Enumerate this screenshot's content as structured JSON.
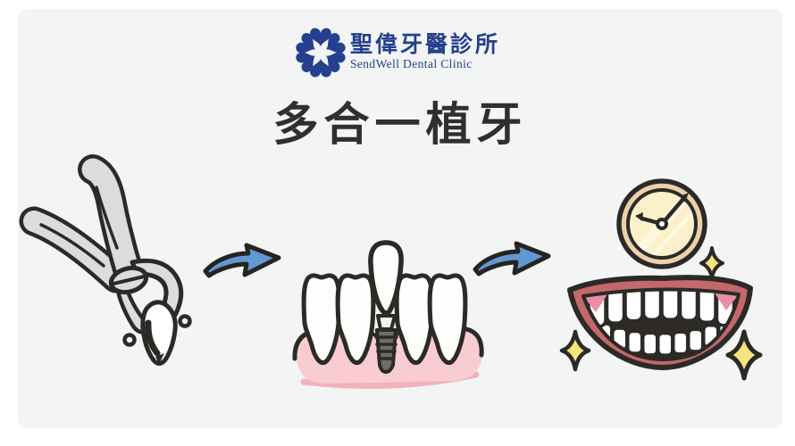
{
  "header": {
    "logo_icon": "dental-clinic-flower-logo",
    "logo_color": "#24408f",
    "clinic_name_zh": "聖偉牙醫診所",
    "clinic_name_en": "SendWell Dental Clinic"
  },
  "title": "多合一植牙",
  "process": {
    "step_icons": [
      "extraction-forceps-illustration",
      "dental-implant-illustration",
      "smile-clock-illustration"
    ],
    "connector_icon": "curved-right-arrow",
    "connector_color": "#6298d4"
  },
  "palette": {
    "canvas_background": "#f3f4f4",
    "page_background": "#ffffff",
    "outline": "#2b2a27",
    "metal_gray": "#dcdcdc",
    "gum_pink": "#f9ccd2",
    "tooth_white": "#fefefc",
    "lip_red": "#c4686b",
    "inner_mouth": "#2e2a26",
    "mouth_corner_pink": "#e98da0",
    "clock_rim": "#ecd0ab",
    "clock_face": "#fbf0c9",
    "sparkle_yellow": "#f8e47f"
  }
}
